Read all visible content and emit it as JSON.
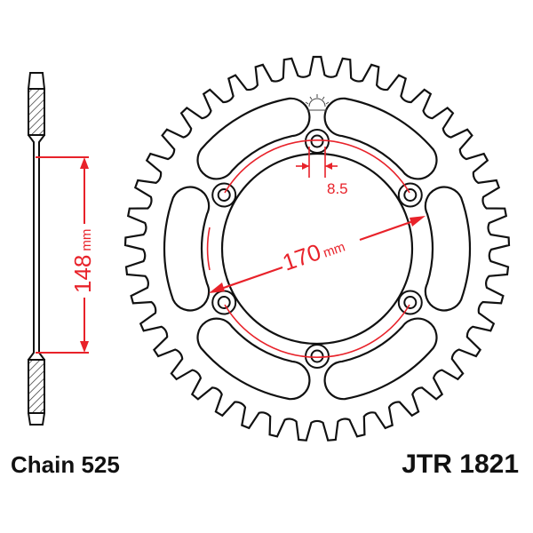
{
  "drawing": {
    "teeth": 41,
    "bolt_holes": 6,
    "colors": {
      "outline": "#111111",
      "dimension": "#e8222a",
      "hatch": "#333333"
    }
  },
  "dimensions": {
    "bolt_circle_value": "170",
    "bolt_circle_unit": "mm",
    "hub_value": "148",
    "hub_unit": "mm",
    "hole_value": "8.5"
  },
  "footer": {
    "chain": "Chain 525",
    "part_number": "JTR 1821"
  }
}
